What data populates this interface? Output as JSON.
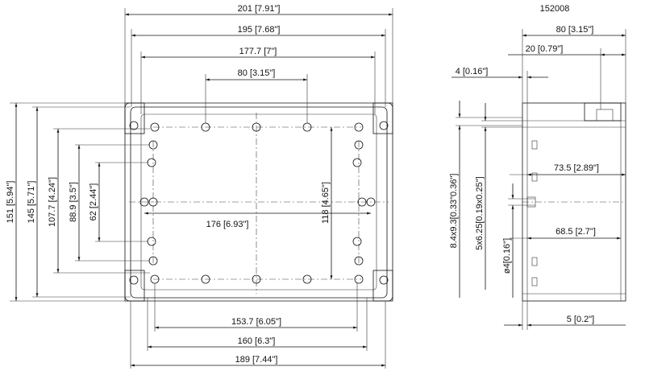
{
  "drawing_id": "152008",
  "front_view": {
    "dims_top": [
      "201 [7.91\"]",
      "195 [7.68\"]",
      "177.7 [7\"]",
      "80 [3.15\"]"
    ],
    "dims_bottom": [
      "153.7 [6.05\"]",
      "160 [6.3\"]",
      "189 [7.44\"]"
    ],
    "dims_left": [
      "151 [5.94\"]",
      "145 [5.71\"]",
      "107.7 [4.24\"]",
      "88.9 [3.5\"]",
      "62 [2.44\"]"
    ],
    "dim_center_h": "176 [6.93\"]",
    "dim_center_v": "118 [4.65\"]"
  },
  "side_view": {
    "dims_top": [
      "80 [3.15\"]",
      "20 [0.79\"]",
      "4 [0.16\"]"
    ],
    "dims_inner": [
      "73.5 [2.89\"]",
      "68.5 [2.7\"]"
    ],
    "dim_bottom": "5 [0.2\"]",
    "dims_left": [
      "8.4x9.3[0.33\"0.36\"]",
      "5x6.25[0.19x0.25\"]",
      "ø4[0.16\"]"
    ]
  }
}
